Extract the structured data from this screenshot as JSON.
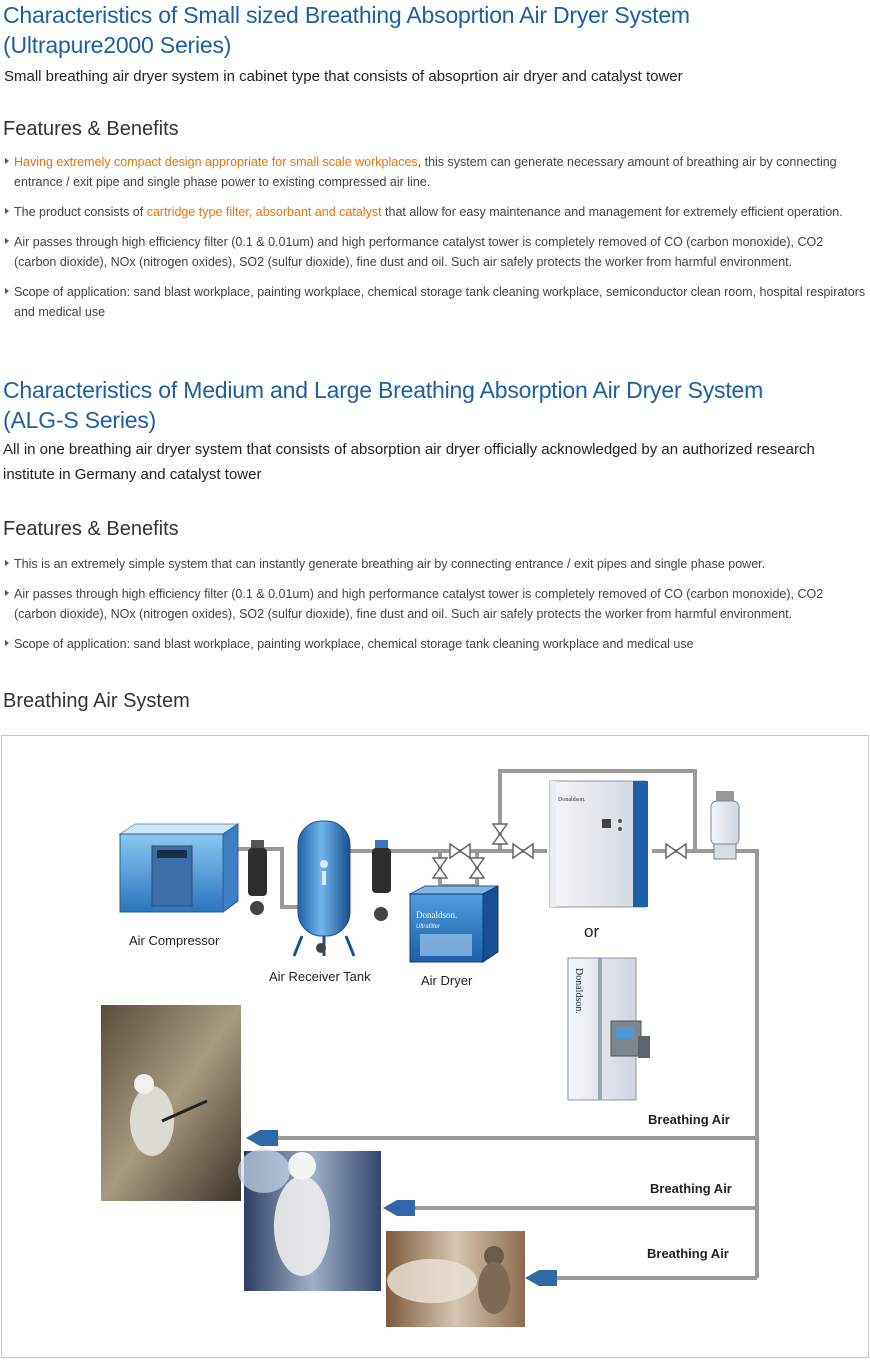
{
  "section1": {
    "title_line1": "Characteristics of Small sized Breathing Absoprtion Air Dryer System",
    "title_line2": "(Ultrapure2000 Series)",
    "subtitle": "Small breathing air dryer system in cabinet type that consists of absoprtion air dryer and catalyst tower",
    "features_heading": "Features & Benefits",
    "bullets": [
      {
        "highlight": "Having extremely compact design appropriate for small scale workplaces",
        "text": ", this system can generate necessary amount of breathing air by connecting entrance / exit pipe and single phase power to existing compressed air line."
      },
      {
        "pre": "The product consists of ",
        "highlight": "cartridge type filter, absorbant and catalyst",
        "text": " that allow for easy maintenance and management for extremely efficient operation."
      },
      {
        "text": "Air passes through high efficiency filter (0.1 & 0.01um) and high performance catalyst tower is completely removed of CO (carbon monoxide), CO2 (carbon dioxide), NOx (nitrogen oxides), SO2 (sulfur dioxide), fine dust and oil. Such air safely protects the worker from harmful environment."
      },
      {
        "text": "Scope of application: sand blast workplace, painting workplace, chemical storage tank cleaning workplace, semiconductor clean room, hospital respirators and medical use"
      }
    ]
  },
  "section2": {
    "title_line1": "Characteristics of Medium and Large Breathing Absorption Air Dryer System",
    "title_line2": "(ALG-S Series)",
    "subtitle": "All in one breathing air dryer system that consists of absorption air dryer officially acknowledged by an authorized research institute in Germany and catalyst tower",
    "features_heading": "Features & Benefits",
    "bullets": [
      {
        "text": "This is an extremely simple system that can instantly generate breathing air by connecting entrance / exit pipes and single phase power."
      },
      {
        "text": "Air passes through high efficiency filter (0.1 & 0.01um) and high performance catalyst tower is completely removed of CO (carbon monoxide), CO2 (carbon dioxide), NOx (nitrogen oxides), SO2 (sulfur dioxide), fine dust and oil. Such air safely protects the worker from harmful environment."
      },
      {
        "text": "Scope of application: sand blast workplace, painting workplace, chemical storage tank cleaning workplace and medical use"
      }
    ]
  },
  "section3": {
    "title": "Breathing Air System"
  },
  "diagram": {
    "labels": {
      "compressor": "Air Compressor",
      "receiver_tank": "Air Receiver Tank",
      "dryer": "Air Dryer",
      "or": "or",
      "breathing_air": "Breathing Air"
    },
    "brand_text": "Donaldson.",
    "brand_sub": "Ultrafilter",
    "colors": {
      "pipe": "#9a9a9a",
      "arrow": "#2f69a8",
      "heading_blue": "#1d5f9f",
      "highlight_orange": "#e8740e"
    }
  }
}
